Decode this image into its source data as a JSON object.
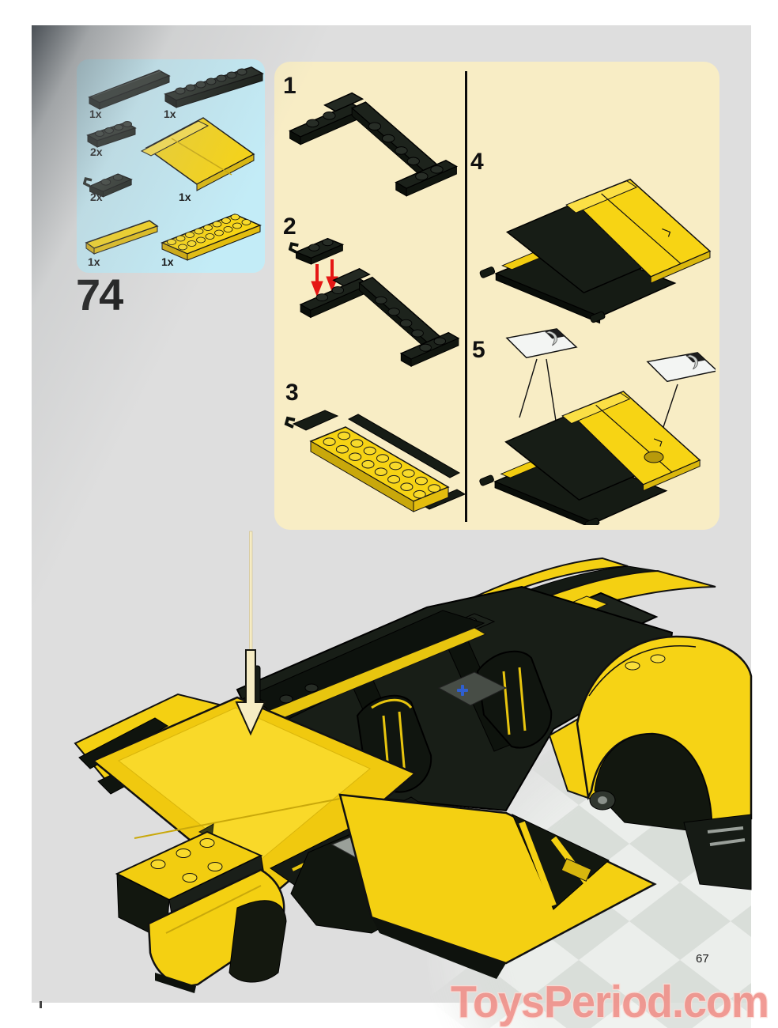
{
  "page": {
    "step_number": "74",
    "page_number": "67",
    "watermark": "ToysPeriod.com"
  },
  "parts_box": {
    "items": [
      {
        "qty": "1x",
        "part": "black-tile-1x8"
      },
      {
        "qty": "1x",
        "part": "black-plate-1x8"
      },
      {
        "qty": "2x",
        "part": "black-plate-1x4"
      },
      {
        "qty": "2x",
        "part": "black-plate-1x2-clip"
      },
      {
        "qty": "1x",
        "part": "yellow-hood-slope-panel"
      },
      {
        "qty": "1x",
        "part": "yellow-tile-1x6"
      },
      {
        "qty": "1x",
        "part": "yellow-plate-2x8"
      }
    ]
  },
  "steps": [
    {
      "label": "1"
    },
    {
      "label": "2"
    },
    {
      "label": "3"
    },
    {
      "label": "4"
    },
    {
      "label": "5"
    }
  ],
  "colors": {
    "page_bg": "#dedede",
    "parts_box_bg": "#c3ecf7",
    "panel_bg": "#f8edc5",
    "lego_yellow": "#f6d314",
    "lego_black": "#161c15",
    "arrow_red": "#e81919",
    "guide_arrow_cream": "#f6ecc4",
    "watermark_red": "#f0918a"
  }
}
